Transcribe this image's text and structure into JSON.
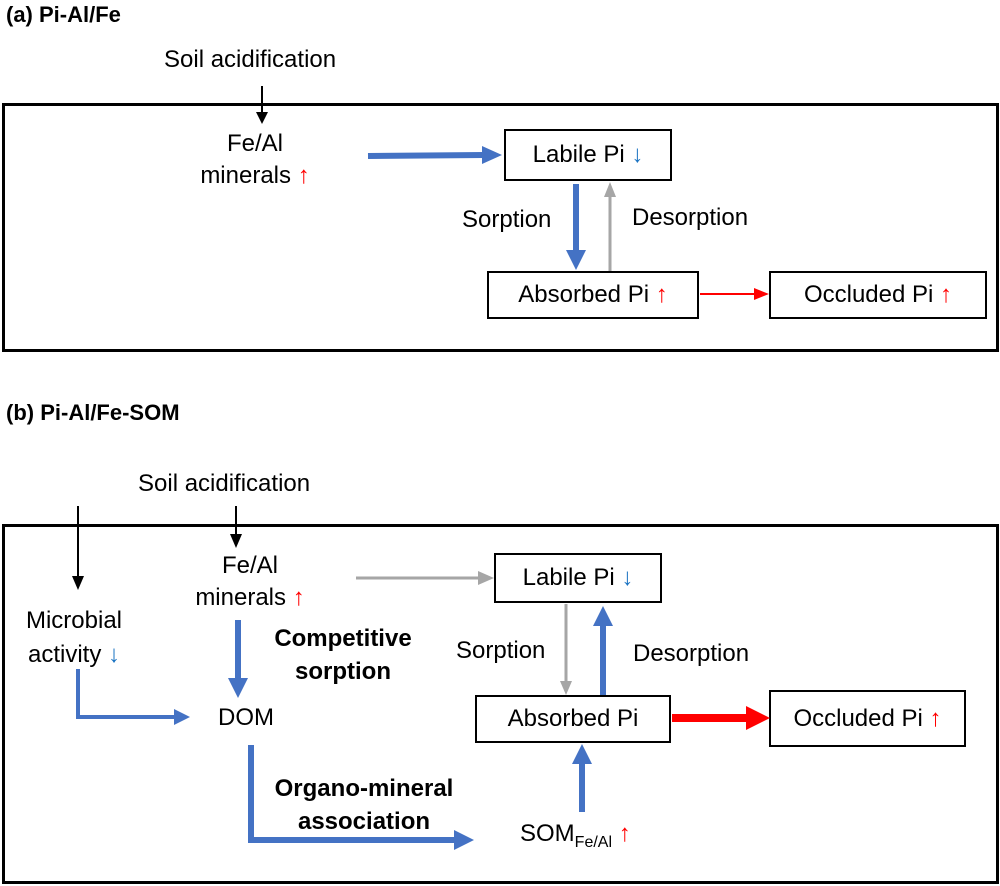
{
  "panel_a": {
    "title": "(a) Pi-Al/Fe",
    "soil_acidification": "Soil acidification",
    "fe_al_line1": "Fe/Al",
    "fe_al_line2": "minerals",
    "labile": "Labile Pi",
    "sorption": "Sorption",
    "desorption": "Desorption",
    "absorbed": "Absorbed Pi",
    "occluded": "Occluded Pi"
  },
  "panel_b": {
    "title": "(b) Pi-Al/Fe-SOM",
    "soil_acidification": "Soil acidification",
    "microbial_line1": "Microbial",
    "microbial_line2": "activity",
    "fe_al_line1": "Fe/Al",
    "fe_al_line2": "minerals",
    "competitive_line1": "Competitive",
    "competitive_line2": "sorption",
    "dom": "DOM",
    "organo_line1": "Organo-mineral",
    "organo_line2": "association",
    "som": "SOM",
    "som_sub": "Fe/Al",
    "labile": "Labile Pi",
    "sorption": "Sorption",
    "desorption": "Desorption",
    "absorbed": "Absorbed Pi",
    "occluded": "Occluded Pi"
  },
  "indicators": {
    "up": "↑",
    "down": "↓"
  },
  "colors": {
    "blue_arrow": "#4472c4",
    "gray_arrow": "#a6a6a6",
    "red_arrow": "#ff0000",
    "black_arrow": "#000000",
    "up_indicator": "#ff0000",
    "down_indicator": "#1a73c2"
  }
}
